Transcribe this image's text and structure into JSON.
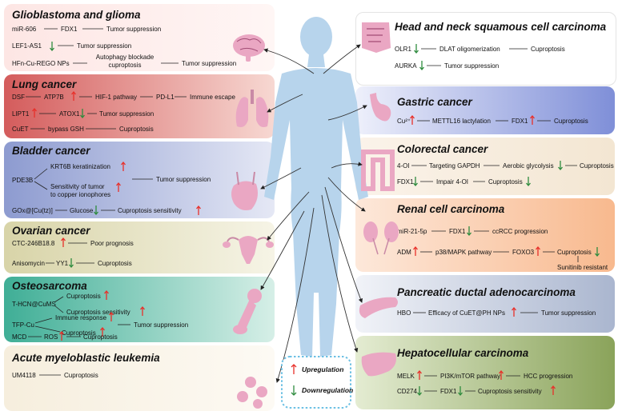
{
  "panels": {
    "glio": {
      "title": "Glioblastoma and glioma",
      "t": [
        "miR-606",
        "FDX1",
        "Tumor suppression",
        "LEF1-AS1",
        "Tumor suppression",
        "HFn-Cu-REGO NPs",
        "Autophagy blockade",
        "cuproptosis",
        "Tumor suppression"
      ],
      "colors": {
        "bg_start": "#fde6e4",
        "bg_end": "#fff6f5"
      }
    },
    "lung": {
      "title": "Lung cancer",
      "t": [
        "DSF",
        "ATP7B",
        "HIF-1 pathway",
        "PD-L1",
        "Immune escape",
        "LIPT1",
        "ATOX1",
        "Tumor suppression",
        "CuET",
        "bypass GSH",
        "Cuproptosis"
      ],
      "colors": {
        "bg_start": "#d45c5c",
        "bg_end": "#f7d8d2"
      }
    },
    "bladder": {
      "title": "Bladder cancer",
      "t": [
        "PDE3B",
        "KRT6B keratinization",
        "Sensitivity of tumor",
        "to copper ionophores",
        "Tumor suppression",
        "GOx@[Cu(tz)]",
        "Glucose",
        "Cuproptosis sensitivity"
      ],
      "colors": {
        "bg_start": "#8d9bd0",
        "bg_end": "#e5e8f5"
      }
    },
    "ovarian": {
      "title": "Ovarian cancer",
      "t": [
        "CTC-246B18.8",
        "Poor prognosis",
        "Anisomycin",
        "YY1",
        "Cuproptosis"
      ],
      "colors": {
        "bg_start": "#d8d4a8",
        "bg_end": "#f6f4e6"
      }
    },
    "osteo": {
      "title": "Osteosarcoma",
      "t": [
        "T-HCN@CuMS",
        "Cuproptosis",
        "Cuproptosis sensitivity",
        "TFP-Cu",
        "Immune response",
        "Cuproptosis",
        "Tumor suppression",
        "MCD",
        "ROS",
        "Cuproptosis"
      ],
      "colors": {
        "bg_start": "#3fae96",
        "bg_end": "#d6efe7"
      }
    },
    "aml": {
      "title": "Acute myeloblastic leukemia",
      "t": [
        "UM4118",
        "Cuproptosis"
      ],
      "colors": {
        "bg_start": "#f6eedd",
        "bg_end": "#fdfaf4"
      }
    },
    "hn": {
      "title": "Head and neck squamous cell carcinoma",
      "t": [
        "OLR1",
        "DLAT oligomerization",
        "Cuproptosis",
        "AURKA",
        "Tumor suppression"
      ],
      "colors": {
        "bg_start": "#ffffff",
        "bg_end": "#ffffff"
      }
    },
    "gastric": {
      "title": "Gastric cancer",
      "t": [
        "Cu²⁺",
        "METTL16 lactylation",
        "FDX1",
        "Cuproptosis"
      ],
      "colors": {
        "bg_start": "#eef0fb",
        "bg_end": "#7f8fd8"
      }
    },
    "colorectal": {
      "title": "Colorectal cancer",
      "t": [
        "4-OI",
        "Targeting GAPDH",
        "Aerobic glycolysis",
        "Cuproptosis",
        "FDX1",
        "Impair 4-OI",
        "Cuproptosis"
      ],
      "colors": {
        "bg_start": "#fbf3ea",
        "bg_end": "#f3e6d2"
      }
    },
    "renal": {
      "title": "Renal cell carcinoma",
      "t": [
        "miR-21-5p",
        "FDX1",
        "ccRCC progression",
        "ADM",
        "p38/MAPK pathway",
        "FOXO3",
        "Cuproptosis",
        "Sunitinib resistant"
      ],
      "colors": {
        "bg_start": "#fde8da",
        "bg_end": "#f8b98e"
      }
    },
    "pancreatic": {
      "title": "Pancreatic ductal adenocarcinoma",
      "t": [
        "HBO",
        "Efficacy of CuET@PH NPs",
        "Tumor suppression"
      ],
      "colors": {
        "bg_start": "#f1f3f8",
        "bg_end": "#aab6cf"
      }
    },
    "hcc": {
      "title": "Hepatocellular carcinoma",
      "t": [
        "MELK",
        "PI3K/mTOR pathway",
        "HCC progression",
        "CD274",
        "FDX1",
        "Cuproptosis sensitivity"
      ],
      "colors": {
        "bg_start": "#e4ecd2",
        "bg_end": "#8aa35a"
      }
    }
  },
  "legend": {
    "up": "Upregulation",
    "down": "Downregulation",
    "up_color": "#e8302a",
    "down_color": "#2e8b3e",
    "border_color": "#6ec1e4"
  },
  "body_color": "#b7d4ec",
  "organ_color": "#eaa7c3"
}
